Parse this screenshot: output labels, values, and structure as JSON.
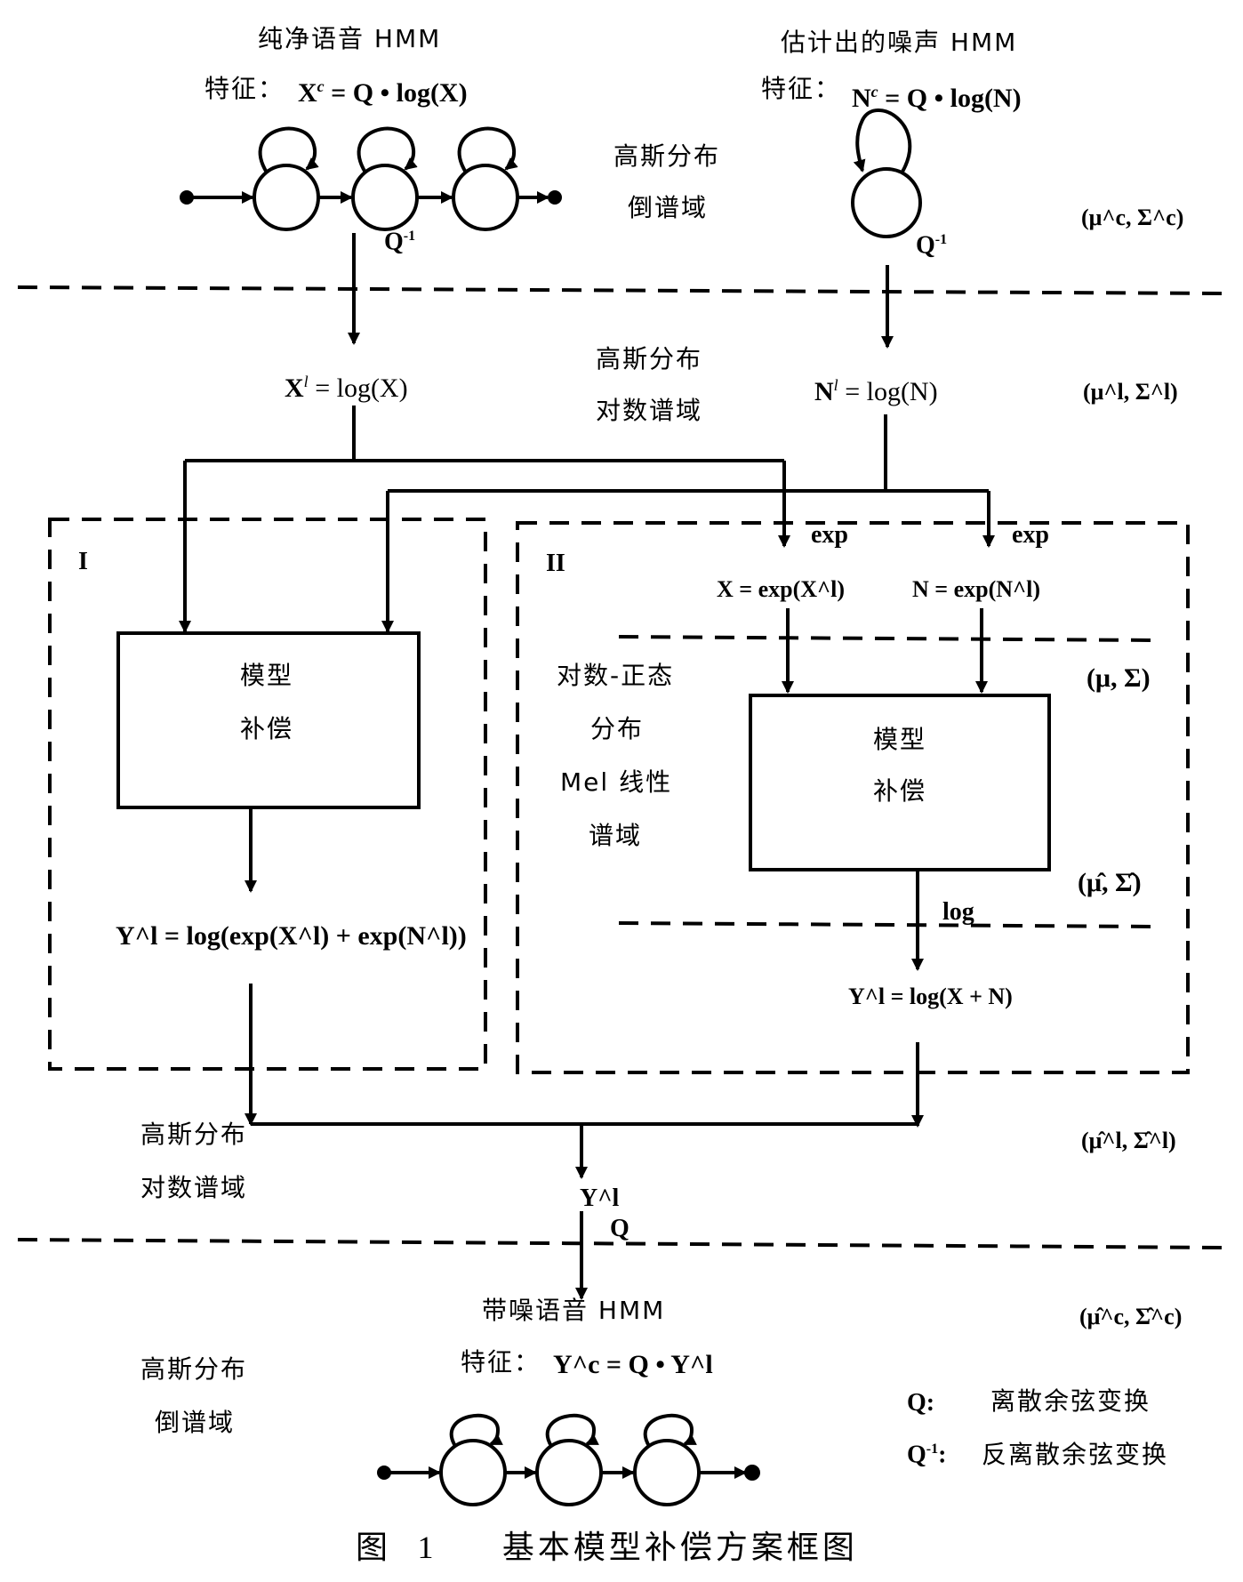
{
  "top_left": {
    "title": "纯净语音 HMM",
    "feature_label": "特征：",
    "feature_eq": "X",
    "feature_eq_sup": "c",
    "feature_eq_rest": " = Q • log(X)"
  },
  "top_right": {
    "title": "估计出的噪声 HMM",
    "feature_label": "特征：",
    "feature_eq": "N",
    "feature_eq_sup": "c",
    "feature_eq_rest": " = Q • log(N)"
  },
  "cepstral_domain": {
    "line1": "高斯分布",
    "line2": "倒谱域"
  },
  "q_inverse": "Q",
  "q_inverse_sup": "-1",
  "params_c": "(μ^c, Σ^c)",
  "log_domain": {
    "line1": "高斯分布",
    "line2": "对数谱域"
  },
  "xl_eq": {
    "base": "X",
    "sup": "l",
    "rest": " = log(X)"
  },
  "nl_eq": {
    "base": "N",
    "sup": "l",
    "rest": " = log(N)"
  },
  "params_l": "(μ^l, Σ^l)",
  "box1": {
    "label": "I",
    "block_line1": "模型",
    "block_line2": "补偿",
    "output_eq": "Y^l = log(exp(X^l) + exp(N^l))"
  },
  "box2": {
    "label": "II",
    "exp_label": "exp",
    "x_exp_eq": "X = exp(X^l)",
    "n_exp_eq": "N = exp(N^l)",
    "domain_line1": "对数-正态",
    "domain_line2": "分布",
    "domain_line3": "Mel 线性",
    "domain_line4": "谱域",
    "block_line1": "模型",
    "block_line2": "补偿",
    "params_in": "(μ, Σ)",
    "params_out": "(μ̂, Σ̂)",
    "log_label": "log",
    "output_eq": "Y^l = log(X + N)"
  },
  "merge_domain": {
    "line1": "高斯分布",
    "line2": "对数谱域"
  },
  "params_hat_l": "(μ̂^l, Σ̂^l)",
  "yl_label": "Y^l",
  "q_label": "Q",
  "bottom": {
    "title": "带噪语音  HMM",
    "feature_label": "特征：",
    "feature_eq": "Y^c = Q • Y^l",
    "params_hat_c": "(μ̂^c, Σ̂^c)",
    "domain_line1": "高斯分布",
    "domain_line2": "倒谱域"
  },
  "legend": {
    "q_key": "Q:",
    "q_desc": "离散余弦变换",
    "qinv_key": "Q",
    "qinv_sup": "-1",
    "qinv_colon": ":",
    "qinv_desc": "反离散余弦变换"
  },
  "caption": {
    "figure": "图",
    "number": "1",
    "title": "基本模型补偿方案框图"
  }
}
